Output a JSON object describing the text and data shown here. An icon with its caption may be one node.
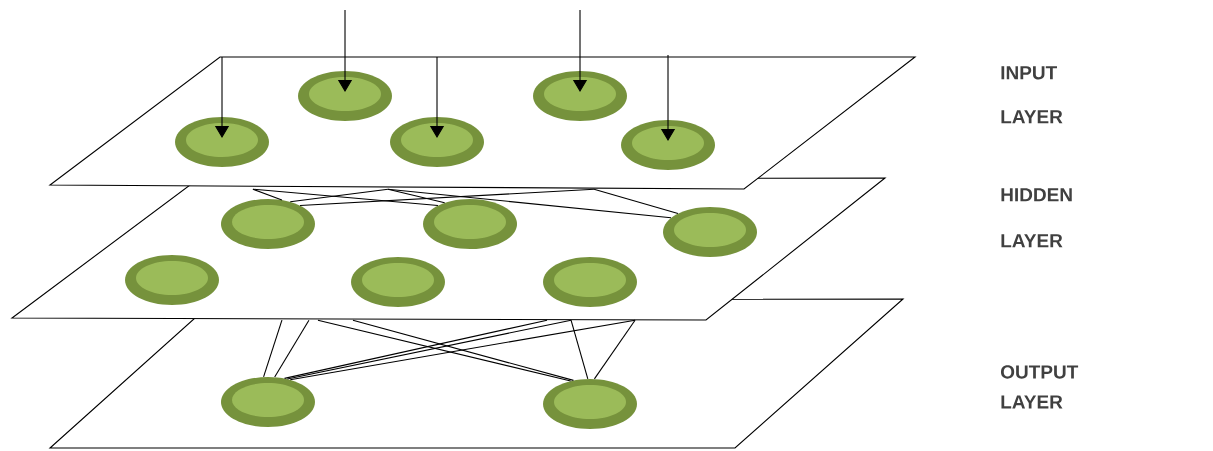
{
  "diagram": {
    "nodes": [
      {
        "text": [],
        "shape": "parallelogram"
      },
      {
        "text": [],
        "shape": "circle",
        "in": 0
      },
      {
        "text": [],
        "shape": "circle",
        "in": 0
      },
      {
        "text": [],
        "shape": "circle",
        "in": 0
      },
      {
        "text": [],
        "shape": "circle",
        "in": 0
      },
      {
        "text": [],
        "shape": "circle",
        "in": 0
      },
      {
        "text": [],
        "shape": "parallelogram"
      },
      {
        "text": [],
        "shape": "circle",
        "in": 6
      },
      {
        "text": [],
        "shape": "circle",
        "in": 6
      },
      {
        "text": [],
        "shape": "circle",
        "in": 6
      },
      {
        "text": [],
        "shape": "circle",
        "in": 6
      },
      {
        "text": [],
        "shape": "circle",
        "in": 6
      },
      {
        "text": [],
        "shape": "circle",
        "in": 6
      },
      {
        "text": [],
        "shape": "parallelogram"
      },
      {
        "text": [],
        "shape": "circle",
        "in": 13
      },
      {
        "text": [],
        "shape": "circle",
        "in": 13
      }
    ],
    "edges": [
      {
        "from": null,
        "to": 1,
        "arrow": "to"
      },
      {
        "from": null,
        "to": 2,
        "arrow": "to"
      },
      {
        "from": null,
        "to": 3,
        "arrow": "to"
      },
      {
        "from": null,
        "to": 4,
        "arrow": "to"
      },
      {
        "from": null,
        "to": 5,
        "arrow": "to"
      },
      {
        "from": 0,
        "to": 7,
        "arrow": "none"
      },
      {
        "from": 0,
        "to": 7,
        "arrow": "none"
      },
      {
        "from": 0,
        "to": 7,
        "arrow": "none"
      },
      {
        "from": 0,
        "to": 8,
        "arrow": "none"
      },
      {
        "from": 0,
        "to": 8,
        "arrow": "none"
      },
      {
        "from": 0,
        "to": 9,
        "arrow": "none"
      },
      {
        "from": 0,
        "to": 9,
        "arrow": "none"
      },
      {
        "from": 6,
        "to": 14,
        "arrow": "none"
      },
      {
        "from": 6,
        "to": 14,
        "arrow": "none"
      },
      {
        "from": 6,
        "to": 14,
        "arrow": "none"
      },
      {
        "from": 6,
        "to": 14,
        "arrow": "none"
      },
      {
        "from": 6,
        "to": 14,
        "arrow": "none"
      },
      {
        "from": 6,
        "to": 15,
        "arrow": "none"
      },
      {
        "from": 6,
        "to": 15,
        "arrow": "none"
      },
      {
        "from": 6,
        "to": 15,
        "arrow": "none"
      },
      {
        "from": 6,
        "to": 15,
        "arrow": "none"
      }
    ],
    "labels": [
      "INPUT LAYER",
      "HIDDEN LAYER",
      "OUTPUT LAYER"
    ]
  }
}
